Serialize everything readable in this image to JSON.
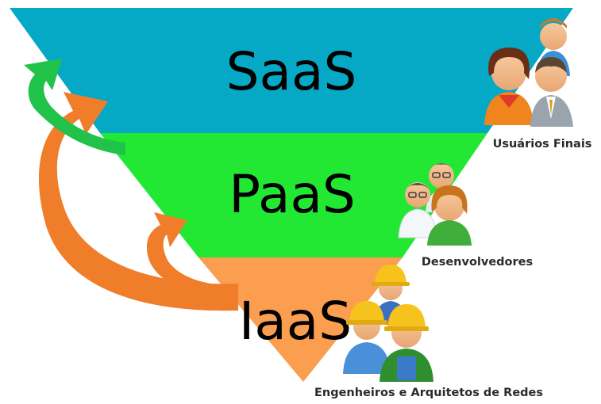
{
  "layers": [
    {
      "name": "SaaS",
      "color": "#05a9c6",
      "audience": "Usuários Finais"
    },
    {
      "name": "PaaS",
      "color": "#22e834",
      "audience": "Desenvolvedores"
    },
    {
      "name": "IaaS",
      "color": "#fb9e50",
      "audience": "Engenheiros e Arquitetos de Redes"
    }
  ],
  "arrow_colors": {
    "green": "#21c24a",
    "orange": "#f07d2a"
  },
  "icons": {
    "saas": "end-users-people-icon",
    "paas": "developers-people-icon",
    "iaas": "engineers-hardhat-people-icon"
  }
}
